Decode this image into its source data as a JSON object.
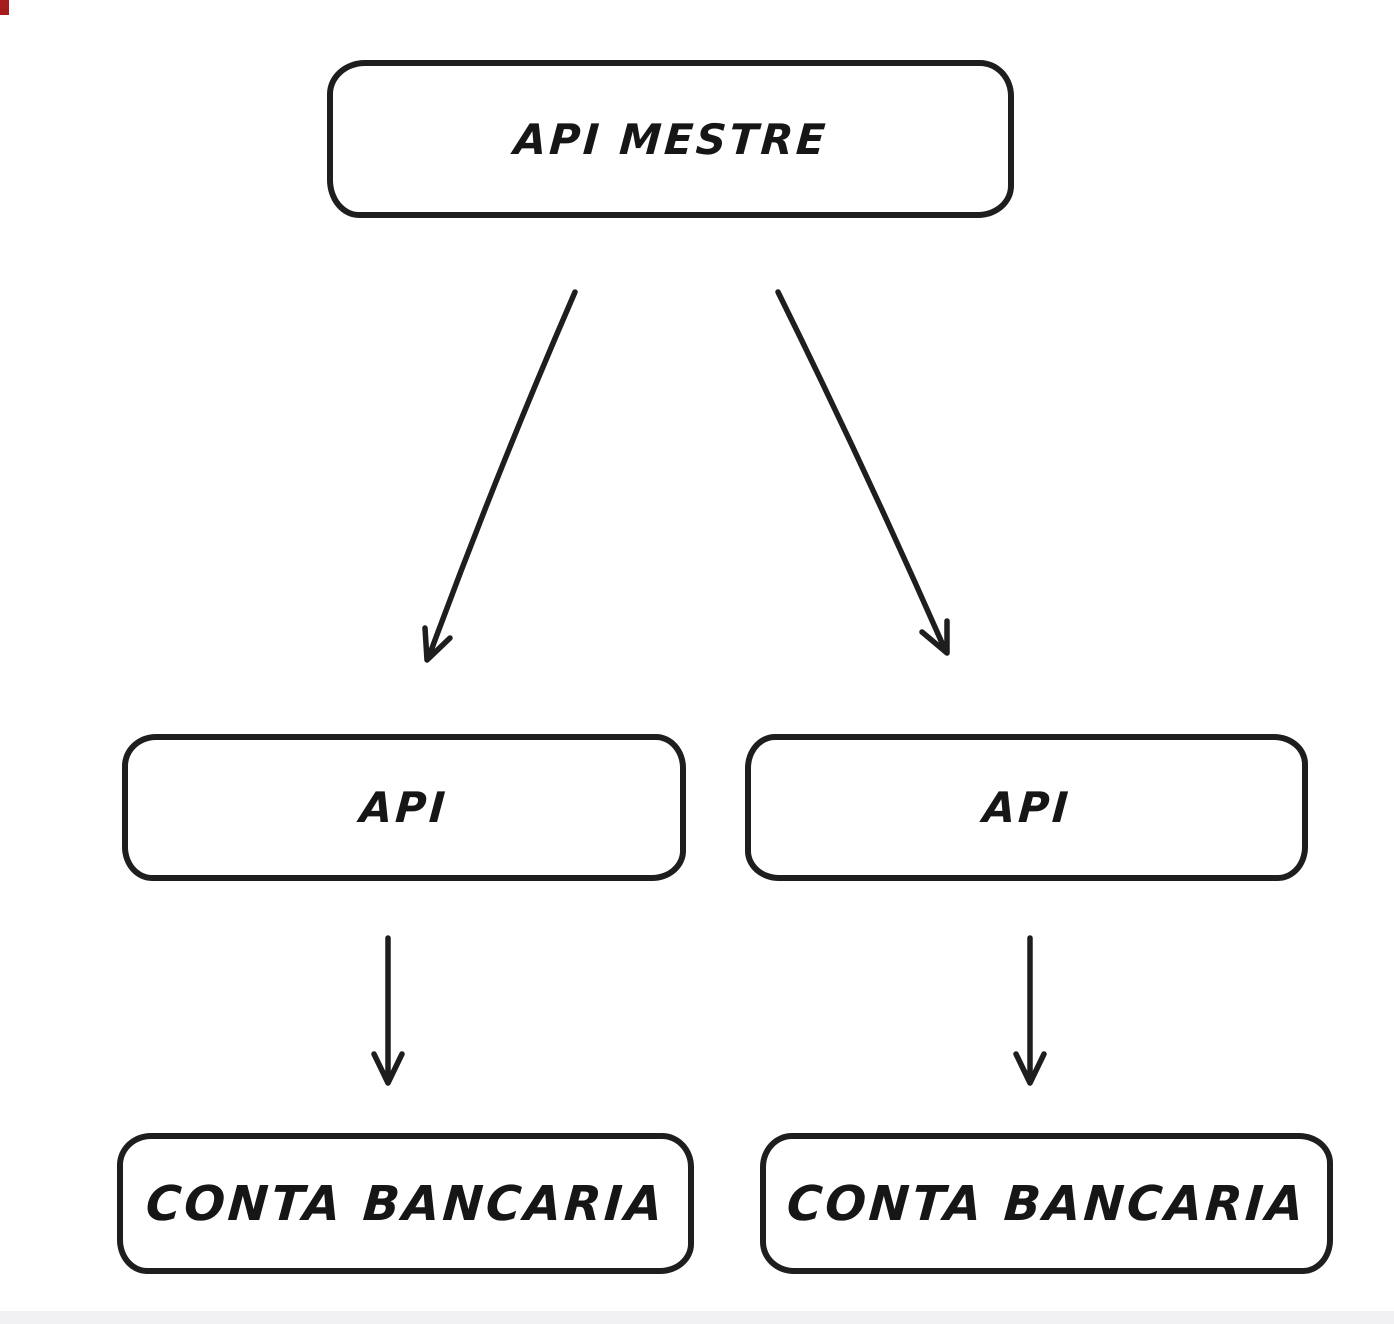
{
  "page": {
    "background_color": "#ffffff",
    "footer_strip_color": "#f0f0f2",
    "corner_mark_color": "#a61b1b"
  },
  "diagram": {
    "style": "hand-drawn flowchart",
    "stroke_color": "#1e1e1e",
    "node_fill_color": "#ffffff",
    "nodes": [
      {
        "id": "api-mestre",
        "label": "API MESTRE"
      },
      {
        "id": "api-left",
        "label": "API"
      },
      {
        "id": "api-right",
        "label": "API"
      },
      {
        "id": "conta-bancaria-left",
        "label": "CONTA BANCARIA"
      },
      {
        "id": "conta-bancaria-right",
        "label": "CONTA BANCARIA"
      }
    ],
    "edges": [
      {
        "from": "api-mestre",
        "to": "api-left",
        "type": "arrow"
      },
      {
        "from": "api-mestre",
        "to": "api-right",
        "type": "arrow"
      },
      {
        "from": "api-left",
        "to": "conta-bancaria-left",
        "type": "arrow"
      },
      {
        "from": "api-right",
        "to": "conta-bancaria-right",
        "type": "arrow"
      }
    ]
  }
}
